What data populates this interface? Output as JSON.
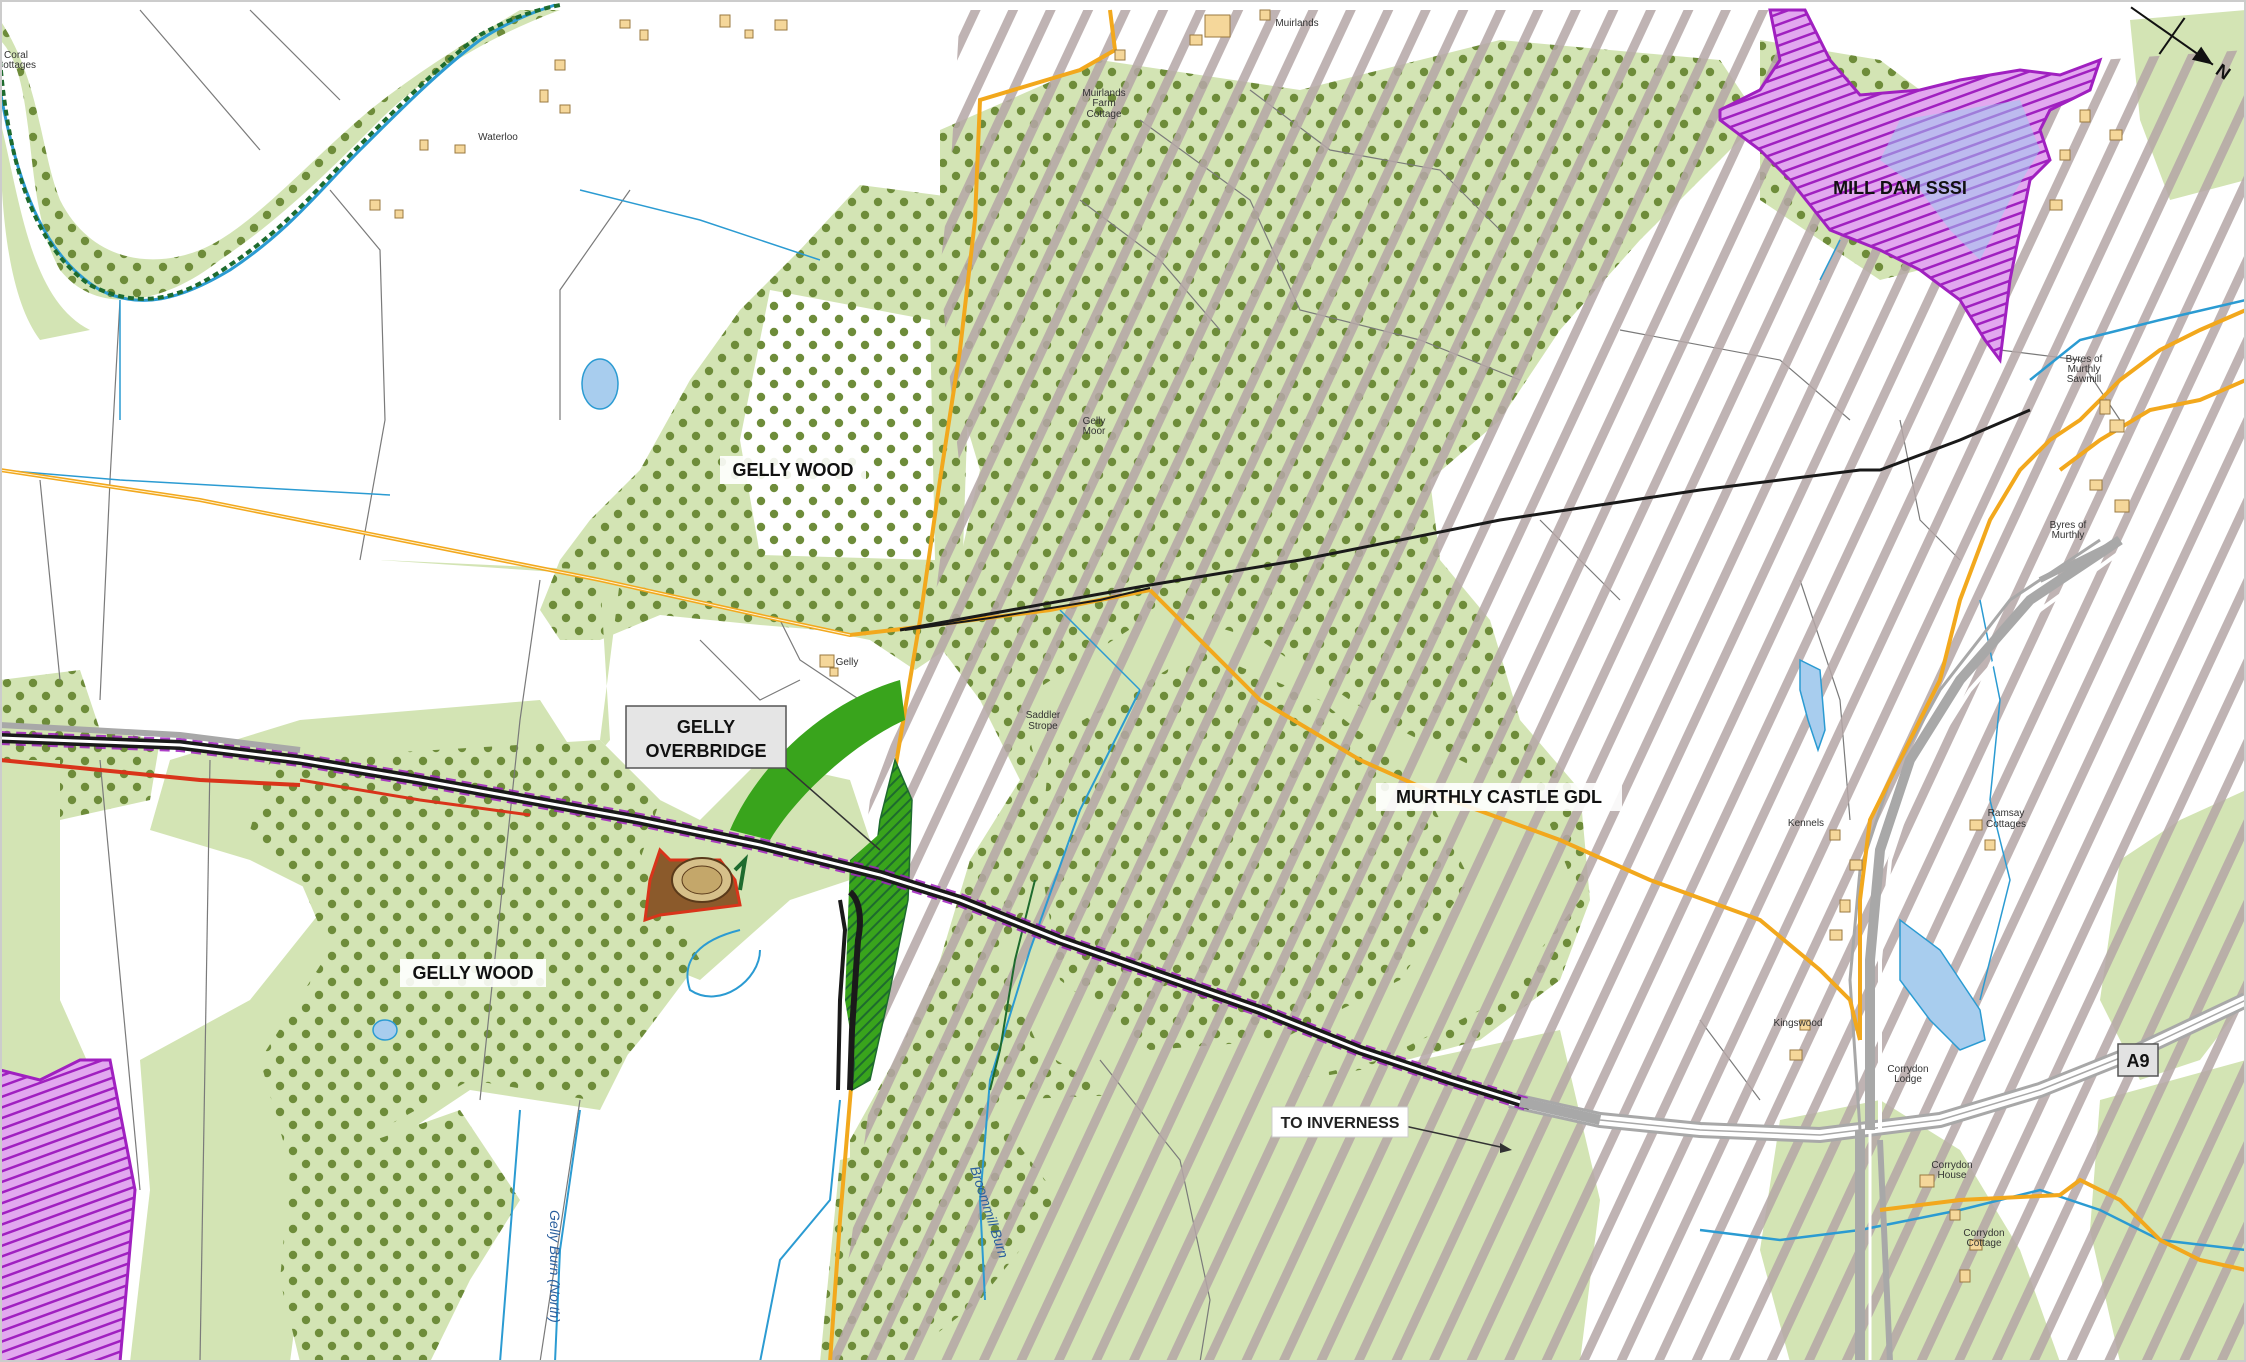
{
  "map": {
    "area_labels": {
      "gelly_wood_north": "GELLY WOOD",
      "gelly_wood_south": "GELLY WOOD",
      "mill_dam_sssi": "MILL DAM SSSI",
      "murthly_castle_gdl": "MURTHLY CASTLE GDL"
    },
    "callouts": {
      "gelly_overbridge_line1": "GELLY",
      "gelly_overbridge_line2": "OVERBRIDGE",
      "to_inverness": "TO INVERNESS"
    },
    "road_shield": "A9",
    "watercourses": {
      "gelly_burn": "Gelly Burn (North)",
      "broommill_burn": "Broommill Burn"
    },
    "place_names": {
      "coral_cottages_1": "Coral",
      "coral_cottages_2": "Cottages",
      "waterloo": "Waterloo",
      "muirlands": "Muirlands",
      "muirlands_farm_1": "Muirlands",
      "muirlands_farm_2": "Farm",
      "muirlands_farm_3": "Cottage",
      "gelly": "Gelly",
      "gelly_moor_1": "Gelly",
      "gelly_moor_2": "Moor",
      "saddler_strope_1": "Saddler",
      "saddler_strope_2": "Strope",
      "byres_sawmill_1": "Byres of",
      "byres_sawmill_2": "Murthly",
      "byres_sawmill_3": "Sawmill",
      "byres_murthly_1": "Byres of",
      "byres_murthly_2": "Murthly",
      "kennels": "Kennels",
      "ramsay_cottages_1": "Ramsay",
      "ramsay_cottages_2": "Cottages",
      "kingswood": "Kingswood",
      "corrydon_lodge_1": "Corrydon",
      "corrydon_lodge_2": "Lodge",
      "corrydon_house_1": "Corrydon",
      "corrydon_house_2": "House",
      "corrydon_cottage_1": "Corrydon",
      "corrydon_cottage_2": "Cottage"
    },
    "north_arrow_letter": "N",
    "colors": {
      "woodland": "#d3e4b4",
      "woodland_dot": "#6e8c3a",
      "gdl_hatch": "#b5a7a7",
      "sssi": "#a020c0",
      "sssi_fill": "#d98ee8",
      "roads": "#f2a81d",
      "water": "#2b9bd2",
      "alignment": "#222222",
      "overbridge_green": "#39a41c",
      "compound": "#8b5a2b",
      "compound_edge": "#d9341a",
      "river_green": "#1e6b2e"
    }
  }
}
